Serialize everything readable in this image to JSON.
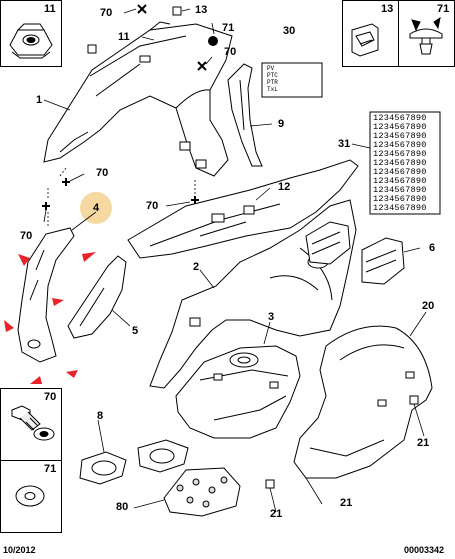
{
  "diagram": {
    "callouts": {
      "c11_topleft": "11",
      "c11_mid": "11",
      "c70_top": "70",
      "c13_top": "13",
      "c71_top": "71",
      "c70_mid": "70",
      "c30": "30",
      "c1": "1",
      "c9": "9",
      "c31": "31",
      "c70_left": "70",
      "c70_bottom_left": "70",
      "c4": "4",
      "c12": "12",
      "c70_center": "70",
      "c6": "6",
      "c2": "2",
      "c20": "20",
      "c5": "5",
      "c3": "3",
      "c8": "8",
      "c21_right": "21",
      "c80": "80",
      "c21_bottom": "21",
      "c21_bottom2": "21"
    },
    "inset_boxes": {
      "top_left": "11",
      "top_right_a": "13",
      "top_right_b": "71",
      "bottom_left_a": "70",
      "bottom_left_b": "71"
    },
    "label_30_lines": [
      "PV",
      "PTC",
      "PTR",
      "TxL",
      "---"
    ],
    "label_31_rows": [
      "1234567890",
      "1234567890",
      "1234567890",
      "1234567890",
      "1234567890",
      "1234567890",
      "1234567890",
      "1234567890",
      "1234567890",
      "1234567890",
      "1234567890"
    ],
    "footer": {
      "date": "10/2012",
      "code": "00003342"
    },
    "colors": {
      "highlight": "#f5d9a0",
      "arrow": "#e8232a",
      "line": "#000000"
    }
  }
}
